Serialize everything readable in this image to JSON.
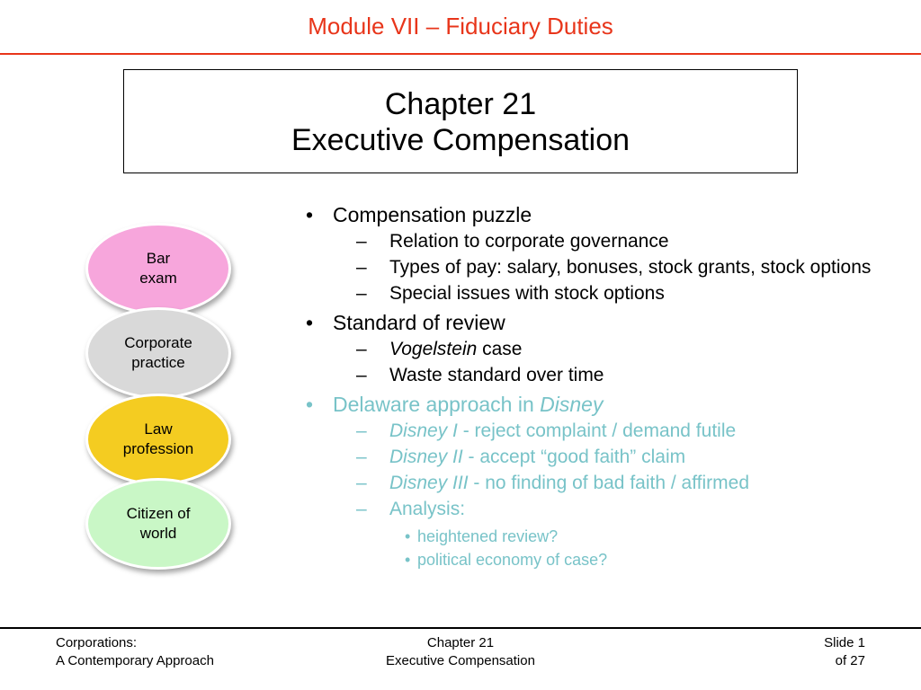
{
  "header": {
    "module": "Module VII – Fiduciary Duties"
  },
  "title": {
    "line1": "Chapter 21",
    "line2": "Executive Compensation"
  },
  "ellipses": [
    {
      "label": "Bar\nexam",
      "color": "#f7a6dc"
    },
    {
      "label": "Corporate\npractice",
      "color": "#d9d9d9"
    },
    {
      "label": "Law\nprofession",
      "color": "#f4cc21"
    },
    {
      "label": "Citizen of\nworld",
      "color": "#c9f7c6"
    }
  ],
  "bullets": {
    "b1": {
      "text": "Compensation puzzle",
      "subs": [
        "Relation to corporate governance",
        "Types of pay: salary, bonuses, stock grants, stock options",
        "Special issues with stock options"
      ]
    },
    "b2": {
      "text": "Standard of review",
      "sub1_italic": "Vogelstein",
      "sub1_rest": " case",
      "sub2": "Waste standard over time"
    },
    "b3": {
      "text_plain": "Delaware approach in ",
      "text_italic": "Disney",
      "sub1_italic": "Disney I",
      "sub1_rest": " - reject complaint / demand futile",
      "sub2_italic": "Disney II",
      "sub2_rest": " - accept “good faith” claim",
      "sub3_italic": "Disney III",
      "sub3_rest": " - no finding of bad faith / affirmed",
      "sub4": "Analysis:",
      "subsubs": [
        "heightened review?",
        "political economy of case?"
      ]
    },
    "bullet_char": "•",
    "dash_char": "–",
    "accent_color": "#78c3c8"
  },
  "footer": {
    "left1": "Corporations:",
    "left2": "A Contemporary Approach",
    "center1": "Chapter 21",
    "center2": "Executive Compensation",
    "right1": "Slide 1",
    "right2": "of 27"
  }
}
